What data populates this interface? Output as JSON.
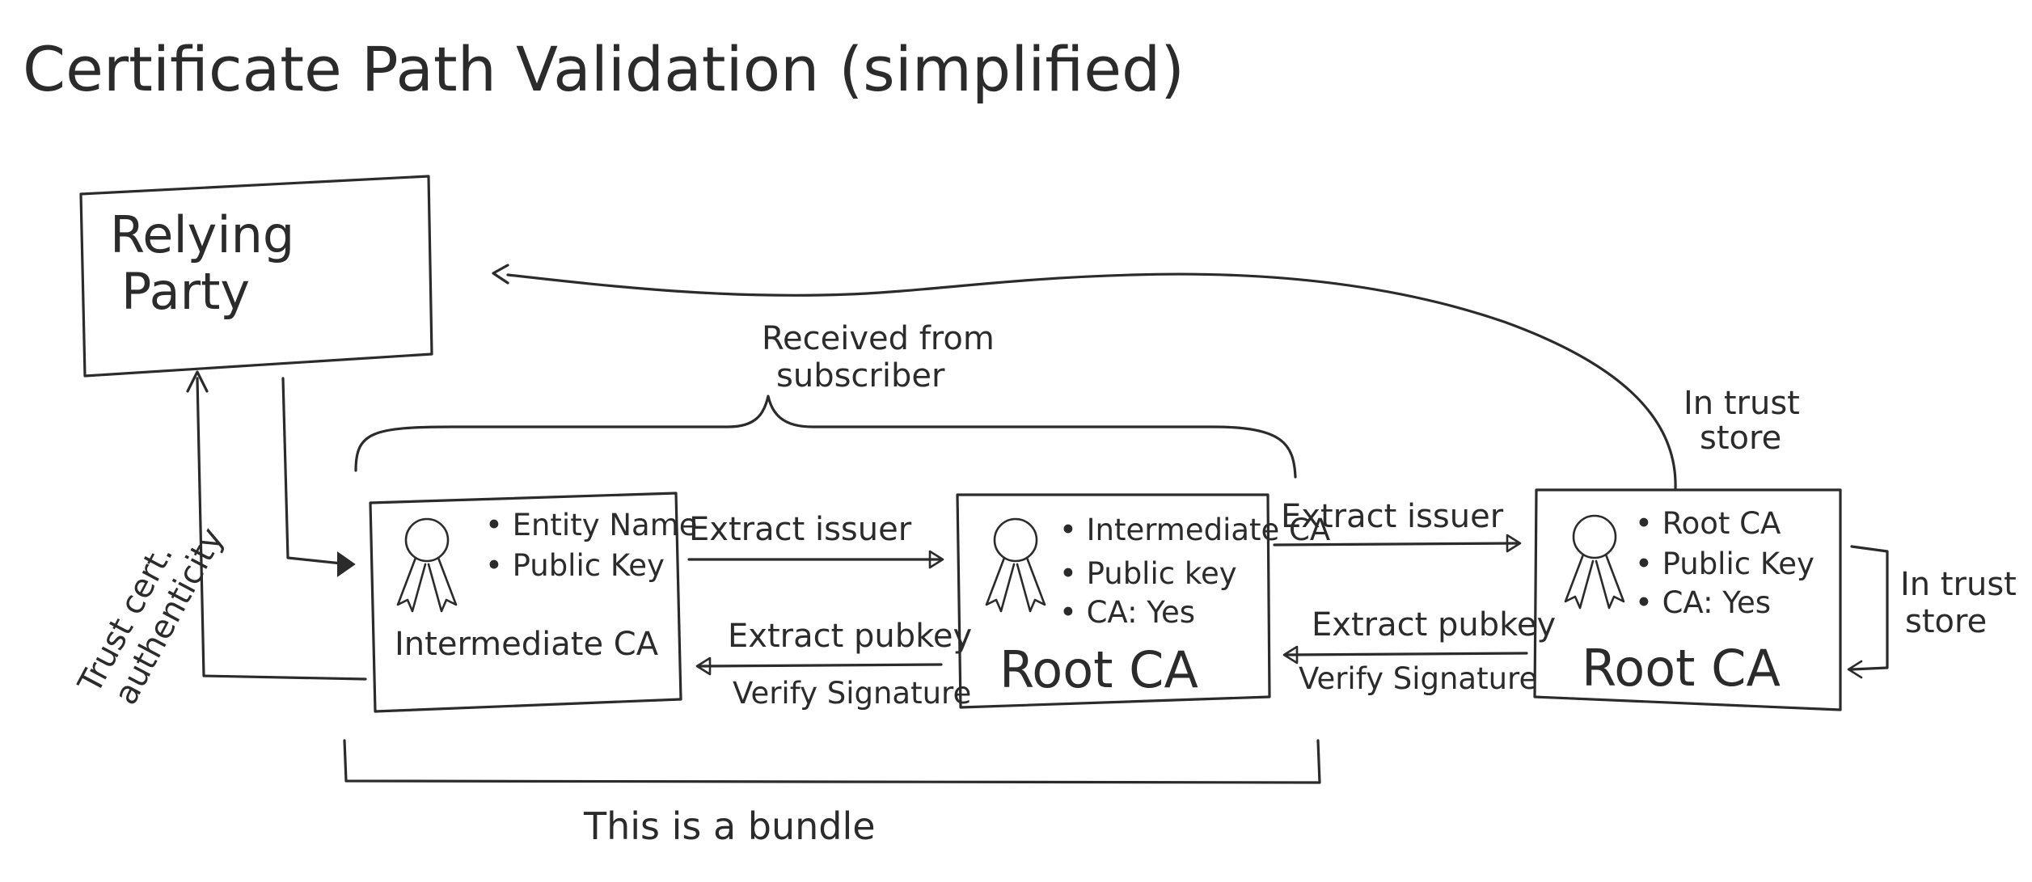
{
  "title": "Certificate Path Validation (simplified)",
  "relying_party": {
    "line1": "Relying",
    "line2": "Party"
  },
  "cert_intermediate": {
    "items": [
      "• Entity Name",
      "• Public Key"
    ],
    "label": "Intermediate CA"
  },
  "cert_root_middle": {
    "items": [
      "• Intermediate CA",
      "• Public key",
      "• CA: Yes"
    ],
    "label": "Root CA"
  },
  "cert_root_right": {
    "items": [
      "• Root CA",
      "• Public Key",
      "• CA: Yes"
    ],
    "label": "Root CA"
  },
  "labels": {
    "extract_issuer_1": "Extract issuer",
    "extract_issuer_2": "Extract issuer",
    "extract_pubkey_1": "Extract pubkey",
    "verify_signature_1": "Verify Signature",
    "extract_pubkey_2": "Extract pubkey",
    "verify_signature_2": "Verify Signature",
    "received_from_1": "Received from",
    "received_from_2": "subscriber",
    "in_trust_store_top_1": "In trust",
    "in_trust_store_top_2": "store",
    "in_trust_store_right_1": "In trust",
    "in_trust_store_right_2": "store",
    "trust_cert_1": "Trust cert.",
    "trust_cert_2": "authenticity",
    "bundle": "This is a bundle"
  }
}
